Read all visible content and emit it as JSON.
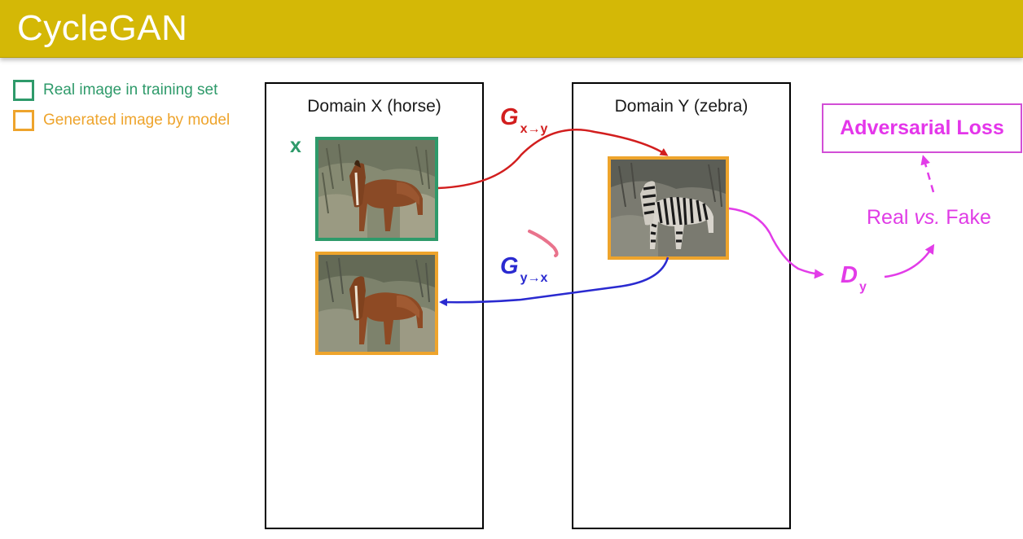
{
  "header": {
    "title": "CycleGAN",
    "bg_color": "#d4b806"
  },
  "legend": [
    {
      "label": "Real image in training set",
      "color": "#2e9a6a"
    },
    {
      "label": "Generated image by model",
      "color": "#eea42c"
    }
  ],
  "domains": {
    "x": {
      "title": "Domain X (horse)",
      "sample_label": "x"
    },
    "y": {
      "title": "Domain Y (zebra)"
    }
  },
  "generators": {
    "g_xy": {
      "symbol": "G",
      "subscript": "x→y",
      "color": "#d21e1e"
    },
    "g_yx": {
      "symbol": "G",
      "subscript": "y→x",
      "color": "#2a2ad0"
    }
  },
  "discriminator": {
    "symbol": "D",
    "subscript": "y",
    "color": "#e23ce8"
  },
  "adversarial": {
    "loss_label": "Adversarial Loss",
    "real_label": "Real ",
    "vs_label": "vs.",
    "fake_label": " Fake"
  },
  "icons": {
    "real_horse": "horse-photo-icon",
    "fake_horse": "horse-photo-icon",
    "fake_zebra": "zebra-photo-icon"
  }
}
